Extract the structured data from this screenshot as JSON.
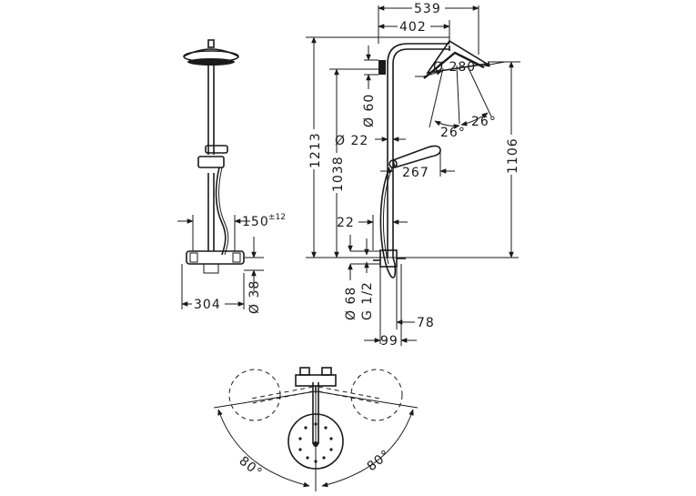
{
  "front_view": {
    "dim_bracket_distance": "150",
    "dim_bracket_tolerance": "±12",
    "dim_width": "304",
    "dim_pipe_diameter": "Ø 38"
  },
  "side_view": {
    "dim_reach_total": "539",
    "dim_reach_arm": "402",
    "dim_head_diameter": "Ø 280",
    "dim_wall_mount": "Ø 60",
    "dim_pipe": "Ø 22",
    "dim_total_height": "1213",
    "dim_arm_height": "1038",
    "dim_head_height": "1106",
    "dim_handshower": "267",
    "dim_wall_offset": "22",
    "dim_angle_left": "26°",
    "dim_angle_right": "26°",
    "dim_escutcheon": "Ø 68",
    "dim_thread": "G 1/2",
    "dim_depth_78": "78",
    "dim_depth_99": "99"
  },
  "top_view": {
    "angle_left": "80°",
    "angle_right": "80°"
  }
}
